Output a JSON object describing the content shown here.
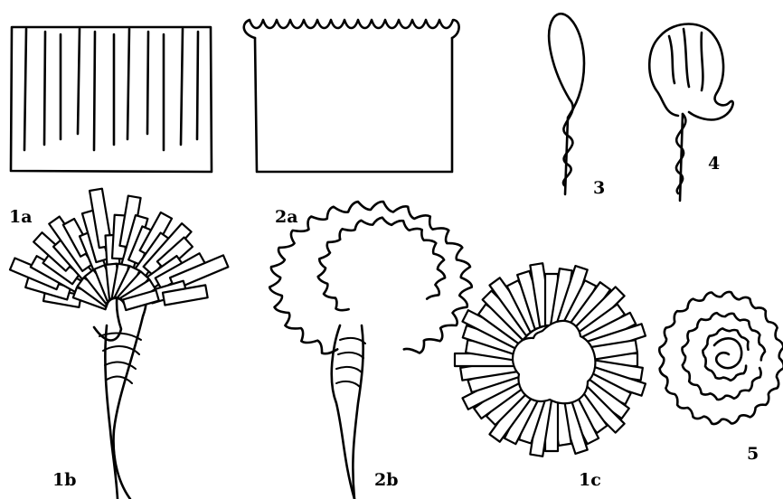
{
  "labels": {
    "fig_1a": "1a",
    "fig_1b": "1b",
    "fig_1c": "1c",
    "fig_2a": "2a",
    "fig_2b": "2b",
    "fig_3": "3",
    "fig_4": "4",
    "fig_5": "5"
  },
  "colors": {
    "ink": "#000000",
    "paper": "#ffffff"
  }
}
